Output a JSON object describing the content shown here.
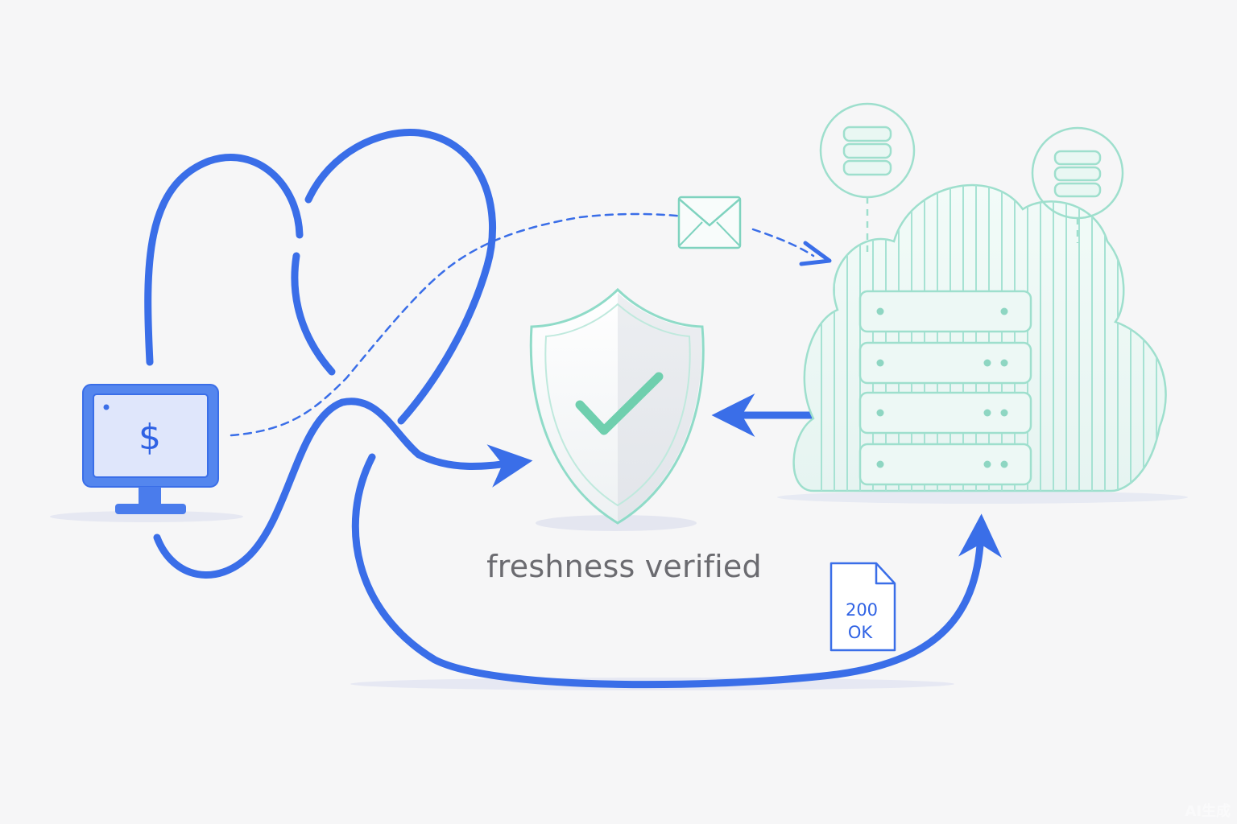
{
  "caption": "freshness verified",
  "client": {
    "symbol": "$"
  },
  "response_doc": {
    "line1": "200",
    "line2": "OK"
  },
  "watermark": "AI生成",
  "colors": {
    "blue": "#3a6ee8",
    "teal": "#7fd3bf",
    "text": "#6b6b70",
    "background": "#f6f6f7"
  },
  "icons": [
    "monitor-icon",
    "dollar-icon",
    "envelope-icon",
    "shield-check-icon",
    "cloud-server-icon",
    "database-icon",
    "document-icon"
  ]
}
